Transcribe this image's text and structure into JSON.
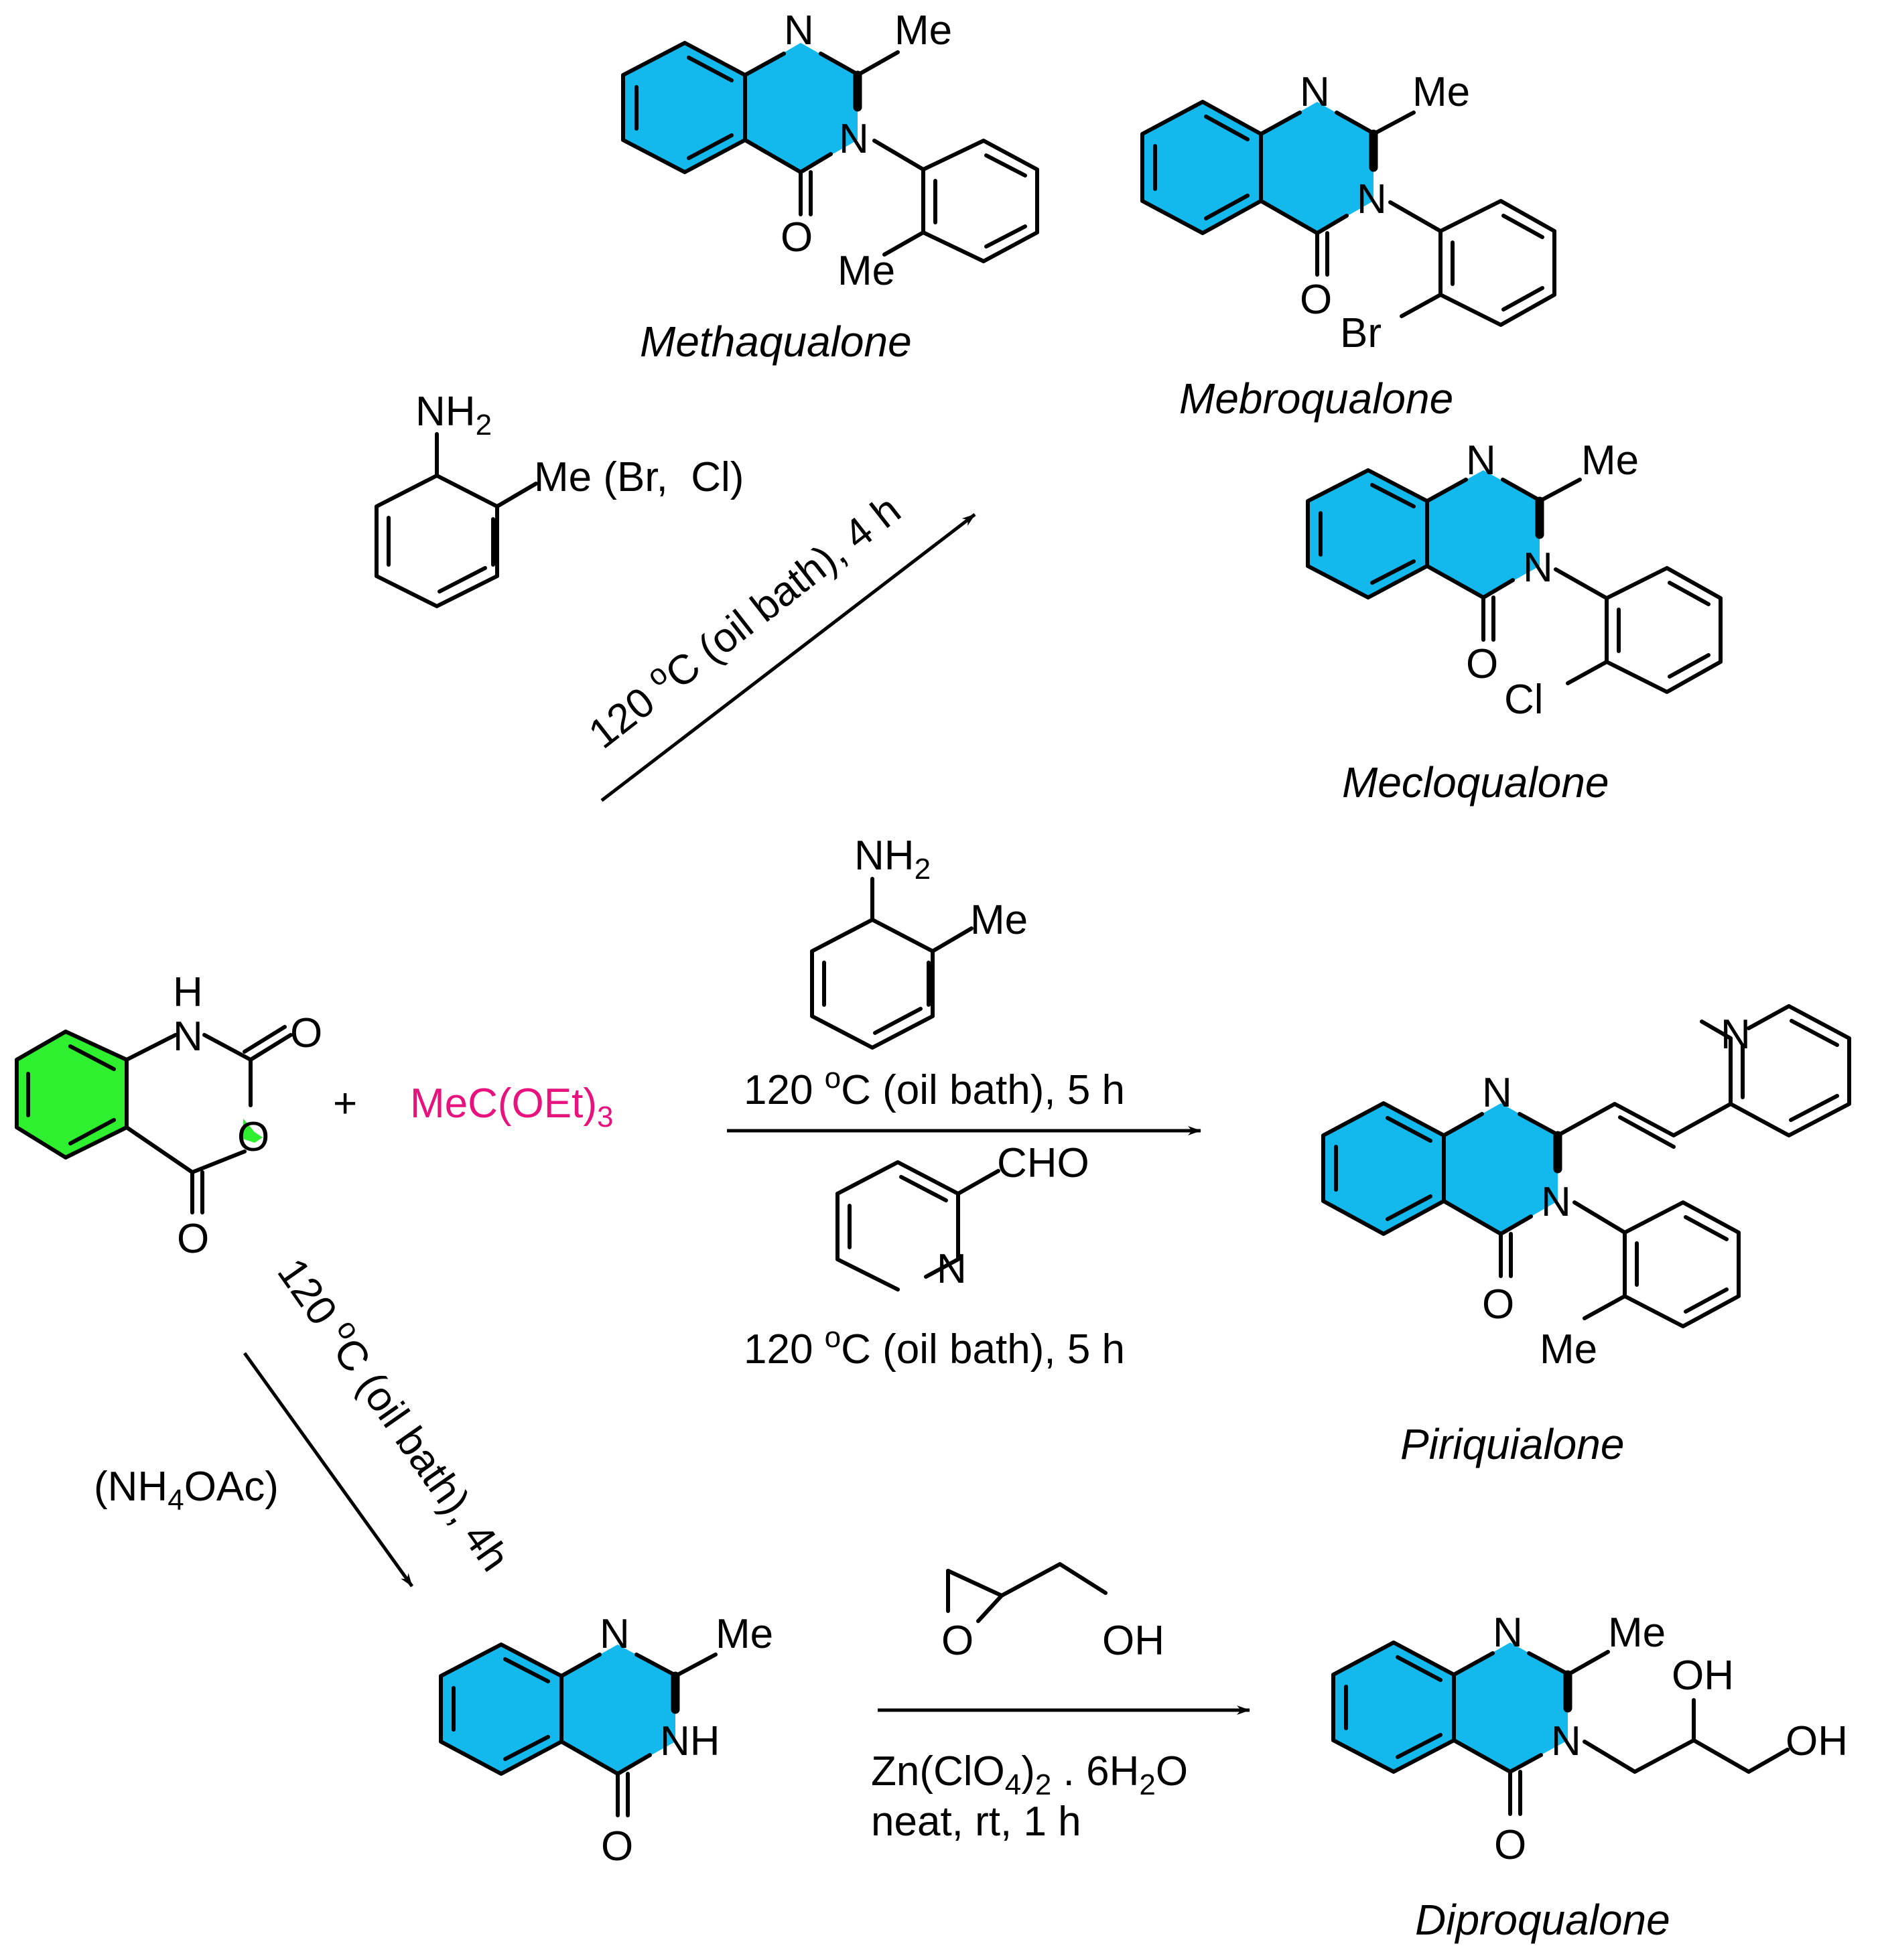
{
  "colors": {
    "product_highlight": "#13b8ec",
    "reactant_highlight": "#2ef02e",
    "orthoester_text": "#e8127f"
  },
  "atoms": {
    "N": "N",
    "NH": "NH",
    "O": "O",
    "Me": "Me",
    "Br": "Br",
    "Cl": "Cl",
    "OH": "OH",
    "H": "H"
  },
  "names": {
    "methaqualone": "Methaqualone",
    "mebroqualone": "Mebroqualone",
    "mecloqualone": "Mecloqualone",
    "piriqualone": "Piriquialone",
    "diproqualone": "Diproqualone"
  },
  "reagents": {
    "orthoester": {
      "main": "MeC(OEt)",
      "sub": "3"
    },
    "plus": "+",
    "aniline_nh2": {
      "main": "NH",
      "sub": "2"
    },
    "aniline_sub_variants": "Me (Br,  Cl)",
    "toluidine_nh2": {
      "main": "NH",
      "sub": "2"
    },
    "toluidine_me": "Me",
    "pyridine_cho": "CHO",
    "ammonium_acetate": {
      "open": "(NH",
      "sub": "4",
      "close": "OAc)"
    },
    "glycidol_oh": "OH",
    "zinc_salt": {
      "a": "Zn(ClO",
      "sub1": "4",
      "b": ")",
      "sub2": "2",
      "c": " . 6H",
      "sub3": "2",
      "d": "O"
    },
    "zinc_line2": "neat, rt, 1 h"
  },
  "conditions": {
    "arrow_to_methaqualone": {
      "main": "120 ",
      "sup": "o",
      "rest": "C (oil bath), 4 h"
    },
    "arrow_to_piriqualone_top": {
      "main": "120 ",
      "sup": "o",
      "rest": "C (oil bath), 5 h"
    },
    "arrow_to_piriqualone_bottom": {
      "main": "120 ",
      "sup": "o",
      "rest": "C (oil bath), 5 h"
    },
    "arrow_to_methylquinazolinone": {
      "main": "120 ",
      "sup": "o",
      "rest": "C (oil bath), 4h"
    }
  }
}
